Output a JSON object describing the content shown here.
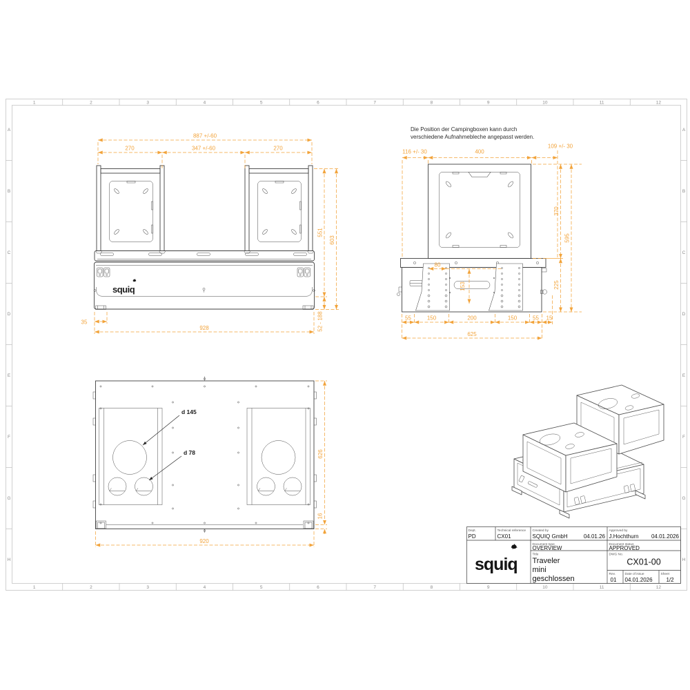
{
  "colors": {
    "dimension_accent": "#F2A33A",
    "drawing_line": "#3F3F3F",
    "frame_line": "#BCBCBC"
  },
  "grid": {
    "cols": [
      "1",
      "2",
      "3",
      "4",
      "5",
      "6",
      "7",
      "8",
      "9",
      "10",
      "11",
      "12"
    ],
    "rows": [
      "A",
      "B",
      "C",
      "D",
      "E",
      "F",
      "G",
      "H"
    ]
  },
  "note": {
    "line1": "Die Position der Campingboxen kann durch",
    "line2": "verschiedene Aufnahmebleche angepasst werden."
  },
  "brand": {
    "logo_text": "squiq"
  },
  "views": {
    "front": {
      "dims": {
        "total": "887 +/-60",
        "seg_left": "270",
        "seg_center": "347 +/-60",
        "seg_right": "270",
        "height_inner": "551",
        "height_total": "603",
        "foot_inset": "35",
        "base_width": "928",
        "foot_range": "52 - 188"
      }
    },
    "side": {
      "dims": {
        "offset_left": "116 +/- 30",
        "box_width": "400",
        "offset_right": "109 +/- 30",
        "box_height": "370",
        "total_height": "595",
        "base_height": "225",
        "hole_spacing": "80",
        "slot_height": "153",
        "seg1": "55",
        "seg2": "150",
        "seg3": "200",
        "seg4": "150",
        "seg5": "55",
        "seg6": "15",
        "base_width": "625"
      }
    },
    "top": {
      "labels": {
        "hole_large": "d 145",
        "hole_small": "d 78"
      },
      "dims": {
        "depth": "626",
        "bottom_edge": "16",
        "width": "920"
      }
    }
  },
  "title_block": {
    "dept": {
      "label": "Dept.",
      "value": "PD"
    },
    "technical_reference": {
      "label": "Technical reference",
      "value": "CX01"
    },
    "created_by": {
      "label": "Created by",
      "value": "SQUIQ GmbH",
      "date": "04.01.26"
    },
    "approved_by": {
      "label": "Approved by",
      "value": "J.Hochthurn",
      "date": "04.01.2026"
    },
    "document_type": {
      "label": "Document type",
      "value": "OVERVIEW"
    },
    "document_status": {
      "label": "Document status",
      "value": "APPROVED"
    },
    "title": {
      "label": "Title",
      "line1": "Traveler",
      "line2": "mini",
      "line3": "geschlossen"
    },
    "dwg_no": {
      "label": "DWG No.",
      "value": "CX01-00"
    },
    "rev": {
      "label": "Rev.",
      "value": "01"
    },
    "date_of_issue": {
      "label": "Date of issue",
      "value": "04.01.2026"
    },
    "sheet": {
      "label": "Sheet",
      "value": "1/2"
    }
  }
}
